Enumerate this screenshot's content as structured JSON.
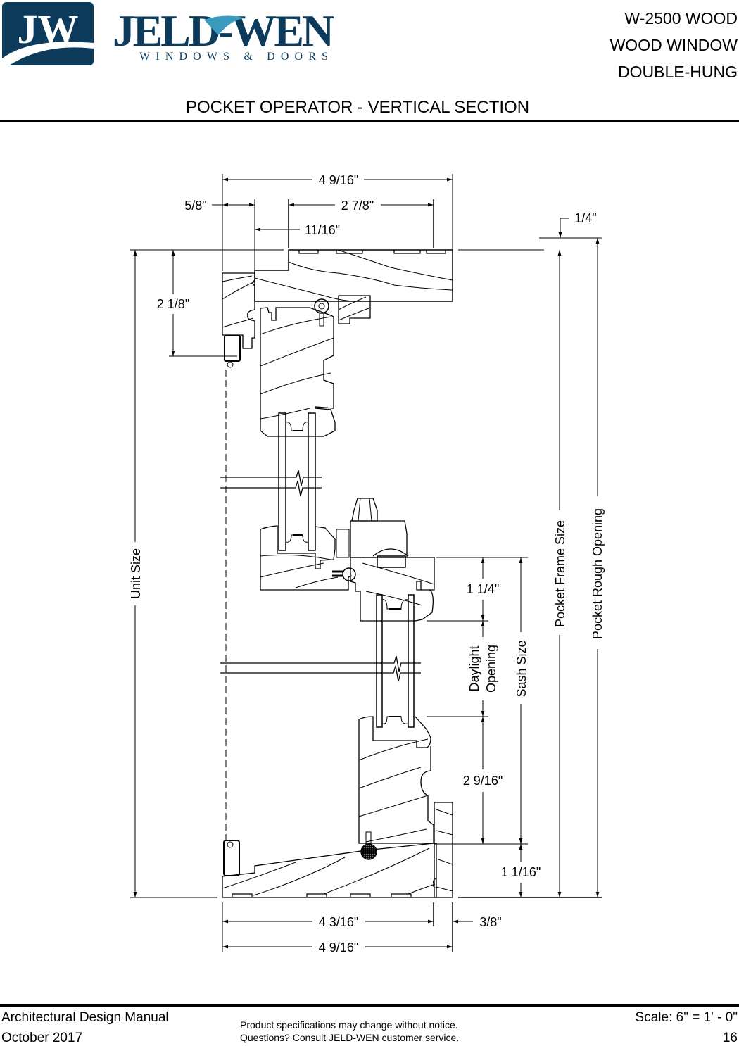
{
  "brand": {
    "monogram": "JW",
    "name": "JELD-WEN",
    "tagline": "WINDOWS & DOORS",
    "colors": {
      "navy": "#0d3b5c",
      "accent": "#3a9bbf"
    }
  },
  "header": {
    "product_lines": [
      "W-2500 WOOD",
      "WOOD WINDOW",
      "DOUBLE-HUNG"
    ],
    "section_title": "POCKET OPERATOR - VERTICAL SECTION"
  },
  "drawing": {
    "dimensions": {
      "head_total_width": "4 9/16\"",
      "head_left_offset": "5/8\"",
      "head_inner_width": "2 7/8\"",
      "head_mid_offset": "11/16\"",
      "head_jamb_extension": "1/4\"",
      "head_height": "2 1/8\"",
      "meeting_rail_height": "1 1/4\"",
      "bottom_rail_height": "2 9/16\"",
      "sill_height": "1 1/16\"",
      "sill_inner_width": "4 3/16\"",
      "sill_extension": "3/8\"",
      "sill_total_width": "4 9/16\""
    },
    "labels": {
      "unit_size": "Unit Size",
      "pocket_frame_size": "Pocket Frame Size",
      "pocket_rough_opening": "Pocket Rough Opening",
      "sash_size": "Sash Size",
      "daylight_opening_line1": "Daylight",
      "daylight_opening_line2": "Opening"
    }
  },
  "footer": {
    "manual_title": "Architectural Design Manual",
    "date": "October 2017",
    "notice_line1": "Product specifications may change without notice.",
    "notice_line2": "Questions? Consult JELD-WEN customer service.",
    "scale": "Scale: 6\" = 1' - 0\"",
    "page_number": "16"
  }
}
